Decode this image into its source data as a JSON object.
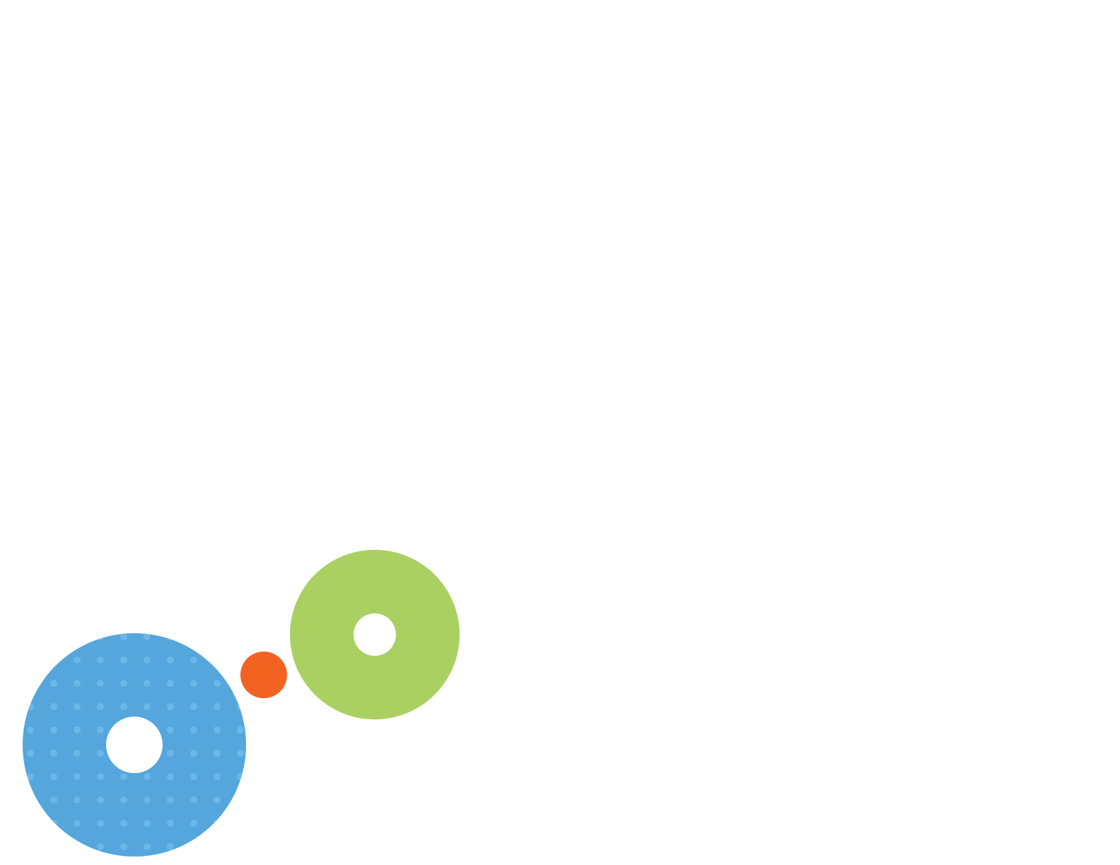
{
  "colors": {
    "background": "#ffffff",
    "blue_ring": "#55a6dc",
    "blue_dots": "#6bb8e8",
    "green_ring": "#abd062",
    "orange_dot": "#f26322",
    "ring_hole": "#ffffff"
  },
  "shapes": {
    "blue_ring": {
      "name": "blue-dotted-ring",
      "pattern": "dots"
    },
    "green_ring": {
      "name": "green-ring",
      "pattern": "solid"
    },
    "orange_dot": {
      "name": "orange-dot",
      "pattern": "solid"
    }
  }
}
